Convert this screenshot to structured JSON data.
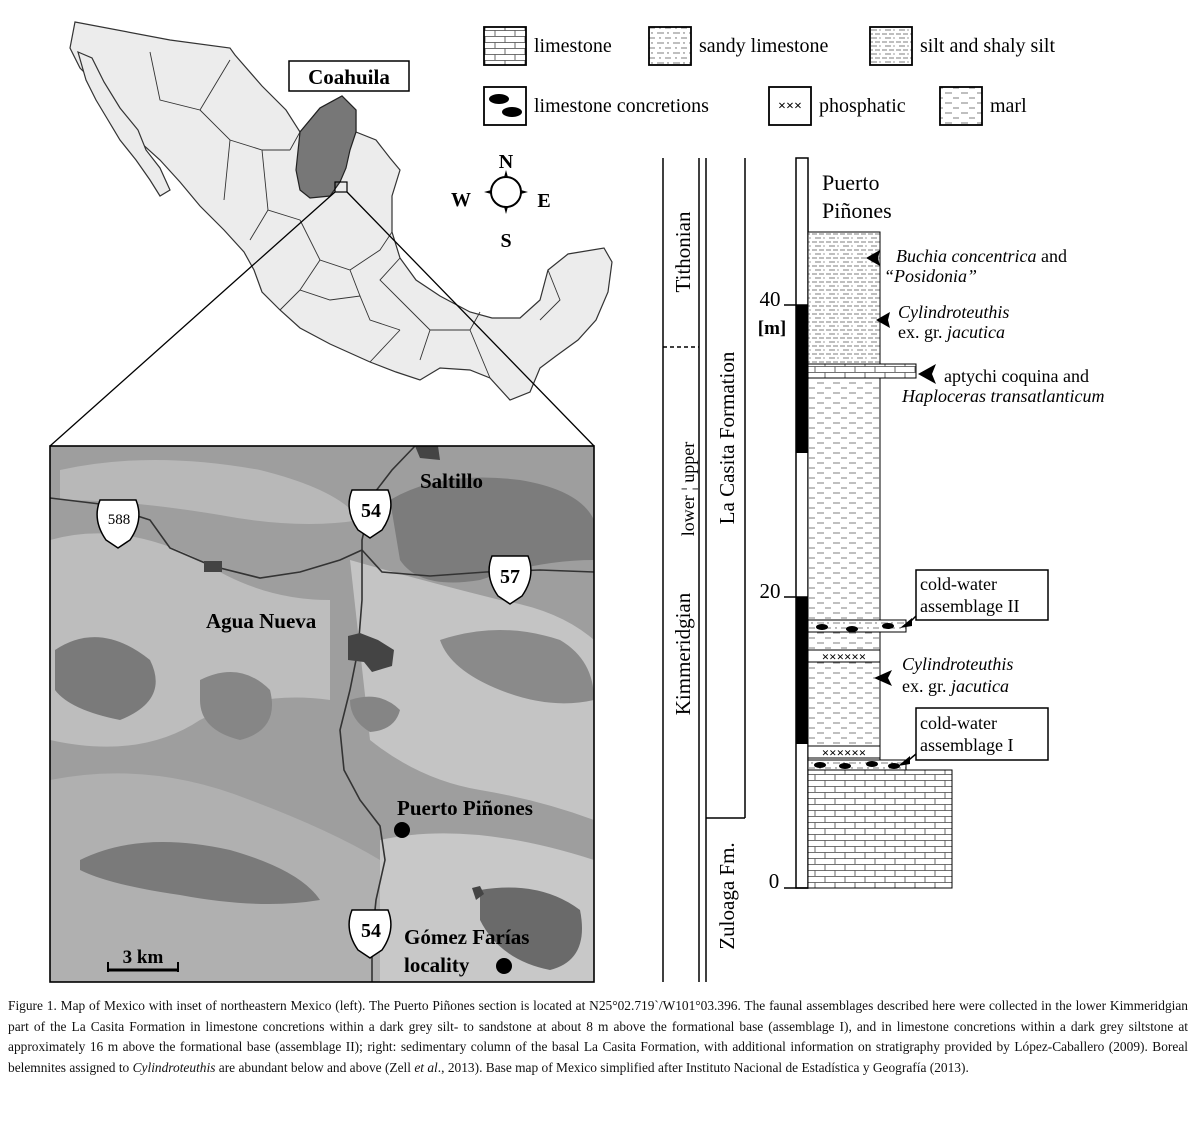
{
  "map": {
    "state_label": "Coahuila",
    "compass": {
      "n": "N",
      "s": "S",
      "e": "E",
      "w": "W"
    },
    "places": {
      "saltillo": "Saltillo",
      "agua_nueva": "Agua Nueva",
      "puerto_pinones": "Puerto Piñones",
      "gomez_farias_1": "Gómez Farías",
      "gomez_farias_2": "locality"
    },
    "highways": {
      "h588": "588",
      "h54a": "54",
      "h57": "57",
      "h54b": "54"
    },
    "scale": "3 km"
  },
  "legend": {
    "limestone": "limestone",
    "sandy_limestone": "sandy limestone",
    "silt": "silt and shaly silt",
    "concretions": "limestone concretions",
    "phosphatic": "phosphatic",
    "marl": "marl"
  },
  "column": {
    "title_1": "Puerto",
    "title_2": "Piñones",
    "stage_tithonian": "Tithonian",
    "stage_kimmeridgian": "Kimmeridgian",
    "substage": "lower ¦ upper",
    "formation": "La Casita Formation",
    "zuloaga": "Zuloaga Fm.",
    "ticks": {
      "t40": "40",
      "t20": "20",
      "t0": "0"
    },
    "unit": "[m]",
    "annotations": {
      "buchia_1": "Buchia concentrica",
      "buchia_and": " and",
      "posidonia": "“Posidonia”",
      "cyl_top_1": "Cylindroteuthis",
      "cyl_top_2a": "ex. gr. ",
      "cyl_top_2b": "jacutica",
      "aptychi_1": "aptychi coquina and",
      "aptychi_2": "Haploceras transatlanticum",
      "cw2_1": "cold-water",
      "cw2_2": "assemblage II",
      "cyl_mid_1": "Cylindroteuthis",
      "cyl_mid_2a": "ex. gr. ",
      "cyl_mid_2b": "jacutica",
      "cw1_1": "cold-water",
      "cw1_2": "assemblage I"
    }
  },
  "caption": {
    "p1": "Figure 1. Map of Mexico with inset of northeastern Mexico (left). The Puerto Piñones section is located at N25°02.719`/W101°03.396. The faunal assemblages described here were collected in the lower Kimmeridgian part of the La Casita Formation in limestone concretions within a dark grey silt- to sandstone at about 8 m above the formational base (assemblage I), and in limestone concretions within a dark grey siltstone at approximately 16 m above the formational base (assemblage II); right: sedimentary column of the basal La Casita Formation, with additional information on stratigraphy provided by López-Caballero (2009). Boreal belemnites assigned to ",
    "p2": "Cylindroteuthis",
    "p3": " are abundant below and above (Zell ",
    "p4": "et al",
    "p5": "., 2013). Base map of Mexico simplified after Instituto Nacional de Estadística y Geografía (2013)."
  }
}
